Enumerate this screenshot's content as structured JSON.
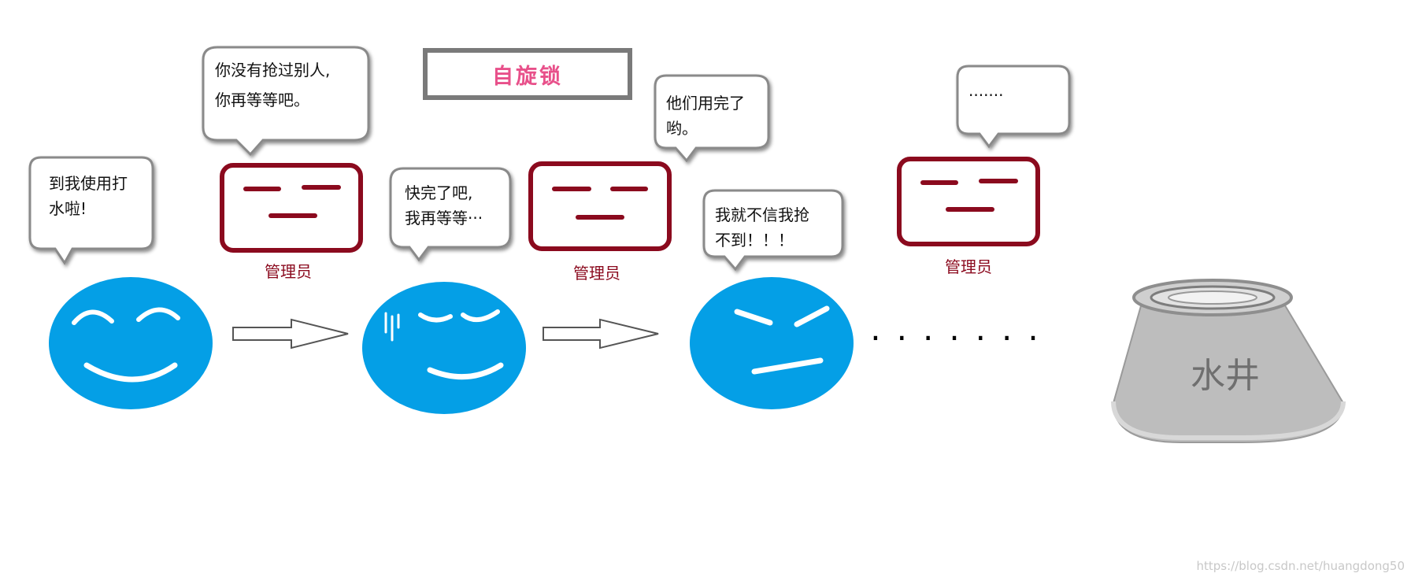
{
  "title": "自旋锁",
  "speech": {
    "user1": [
      "到我使用打",
      "水啦!"
    ],
    "admin1": [
      "你没有抢过别人,",
      "你再等等吧。"
    ],
    "user2": [
      "快完了吧,",
      "我再等等···"
    ],
    "admin2": [
      "他们用完了",
      "哟。"
    ],
    "user3": [
      "我就不信我抢",
      "不到！！！"
    ],
    "admin3": [
      "·······"
    ]
  },
  "admin_label": "管理员",
  "ellipsis": "·······",
  "well_label": "水井",
  "watermark": "https://blog.csdn.net/huangdong50",
  "colors": {
    "face": "#049fe6",
    "admin": "#8b0a1e",
    "title": "#e8508a",
    "well": "#bdbdbd"
  }
}
